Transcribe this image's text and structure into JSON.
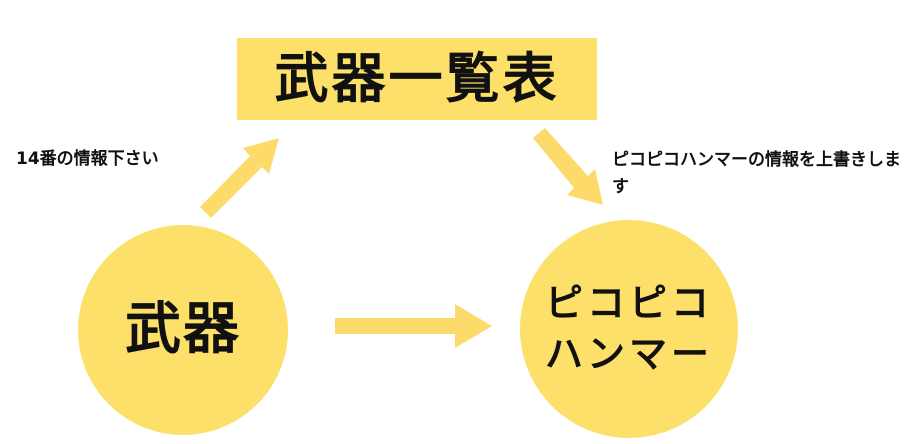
{
  "title_box": {
    "label": "武器一覧表"
  },
  "left_circle": {
    "label": "武器"
  },
  "right_circle": {
    "label": "ピコピコハンマー"
  },
  "note_left": {
    "text": "14番の情報下さい"
  },
  "note_right": {
    "text": "ピコピコハンマーの情報を上書きします"
  },
  "colors": {
    "accent_yellow": "#fde06a",
    "arrow_yellow": "#fcdb6a",
    "text": "#111111"
  }
}
